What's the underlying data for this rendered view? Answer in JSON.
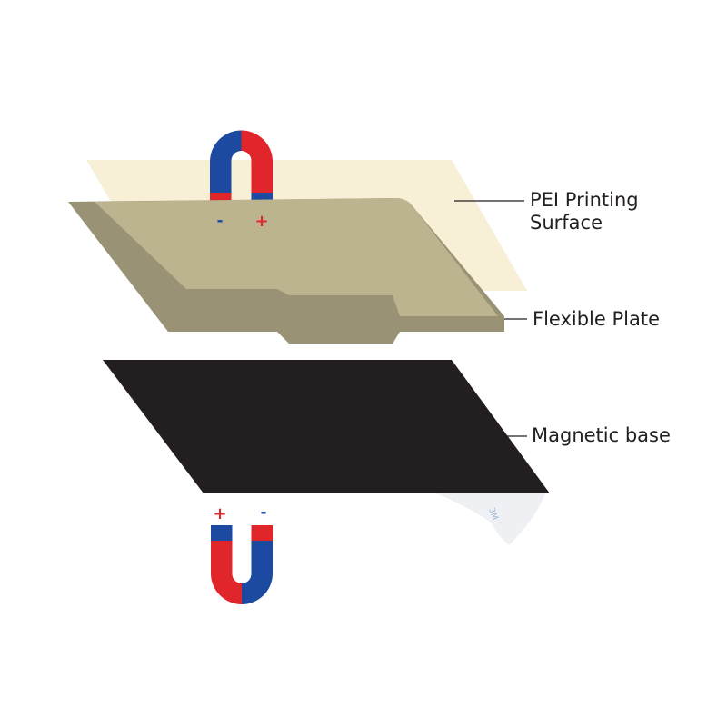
{
  "labels": {
    "pei_line1": "PEI Printing",
    "pei_line2": "Surface",
    "flexible": "Flexible Plate",
    "magnetic": "Magnetic base"
  },
  "magnets": {
    "top": {
      "left_pole": "-",
      "right_pole": "+"
    },
    "bottom": {
      "left_pole": "+",
      "right_pole": "-"
    }
  },
  "tape_text": "3M",
  "colors": {
    "pei": "#f7f0d6",
    "plate": "#bcb48e",
    "plate_shadow": "#9a9274",
    "base": "#231f20",
    "red": "#e0252b",
    "blue": "#1b4aa0"
  }
}
